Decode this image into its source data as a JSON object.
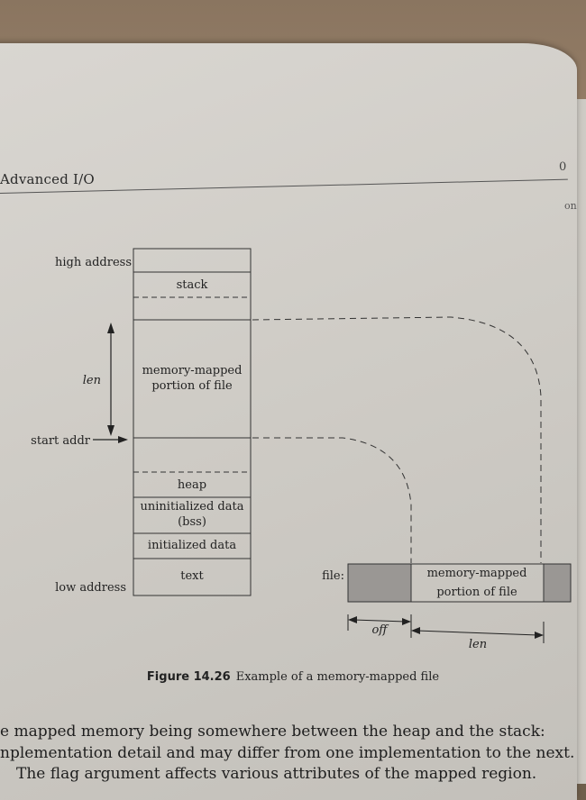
{
  "page": {
    "running_head": "Advanced I/O",
    "right_page_glyph": "0",
    "right_page_text": "on"
  },
  "figure": {
    "memory_layout": {
      "high_address_label": "high address",
      "low_address_label": "low address",
      "start_addr_label": "start addr",
      "len_label": "len",
      "segments": {
        "stack": "stack",
        "mapped_line1": "memory-mapped",
        "mapped_line2": "portion of file",
        "heap": "heap",
        "bss_line1": "uninitialized data",
        "bss_line2": "(bss)",
        "initialized": "initialized data",
        "text": "text"
      }
    },
    "file_layout": {
      "file_label": "file:",
      "mapped_line1": "memory-mapped",
      "mapped_line2": "portion of file",
      "off_label": "off",
      "len_label": "len"
    },
    "caption": {
      "number": "Figure 14.26",
      "text": "Example of a memory-mapped file"
    }
  },
  "body": {
    "line1": "e mapped memory being somewhere between the heap and the stack:",
    "line2": "nplementation detail and may differ from one implementation to the next.",
    "line3": "The flag argument affects various attributes of the mapped region."
  }
}
